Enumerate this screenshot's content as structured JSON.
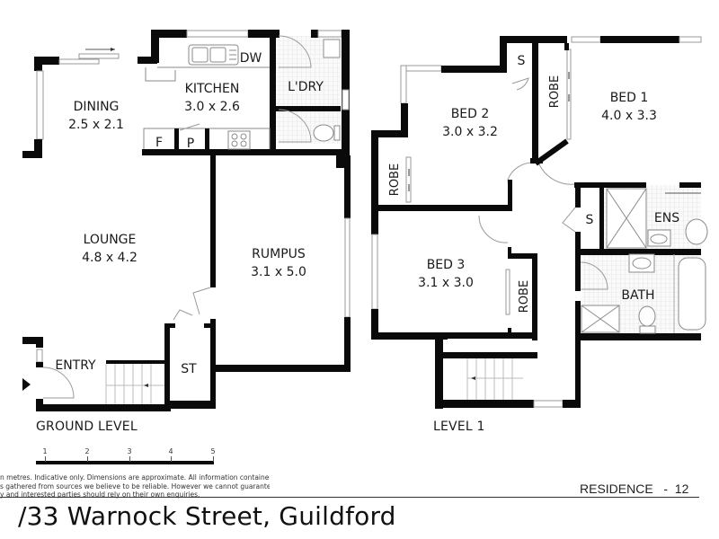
{
  "ground_level": {
    "label": "GROUND LEVEL",
    "rooms": [
      {
        "name": "DINING",
        "size": "2.5 x 2.1"
      },
      {
        "name": "KITCHEN",
        "size": "3.0 x 2.6"
      },
      {
        "name": "L'DRY",
        "size": ""
      },
      {
        "name": "LOUNGE",
        "size": "4.8 x 4.2"
      },
      {
        "name": "RUMPUS",
        "size": "3.1 x 5.0"
      },
      {
        "name": "ENTRY",
        "size": ""
      },
      {
        "name": "ST",
        "size": ""
      }
    ],
    "fixtures": {
      "dw": "DW",
      "fridge": "F",
      "pantry": "P"
    }
  },
  "level_1": {
    "label": "LEVEL 1",
    "rooms": [
      {
        "name": "BED 2",
        "size": "3.0 x 3.2"
      },
      {
        "name": "BED 1",
        "size": "4.0 x 3.3"
      },
      {
        "name": "BED 3",
        "size": "3.1 x 3.0"
      },
      {
        "name": "ENS",
        "size": ""
      },
      {
        "name": "BATH",
        "size": ""
      }
    ],
    "storage": {
      "robe": "ROBE",
      "s": "S"
    }
  },
  "scale": {
    "ticks": [
      "1",
      "2",
      "3",
      "4",
      "5"
    ]
  },
  "disclaimer": {
    "line1": "n metres. Indicative only. Dimensions are approximate. All information contained",
    "line2": "s gathered from sources we believe to be reliable. However we cannot guarantee its",
    "line3": "y and interested parties should rely on their own enquiries."
  },
  "footer": {
    "residence": "RESIDENCE   -  12",
    "address": "/33 Warnock Street, Guildford"
  },
  "colors": {
    "wall": "#0a0a0a",
    "background": "#ffffff",
    "fixture_line": "#8a8a8a"
  }
}
